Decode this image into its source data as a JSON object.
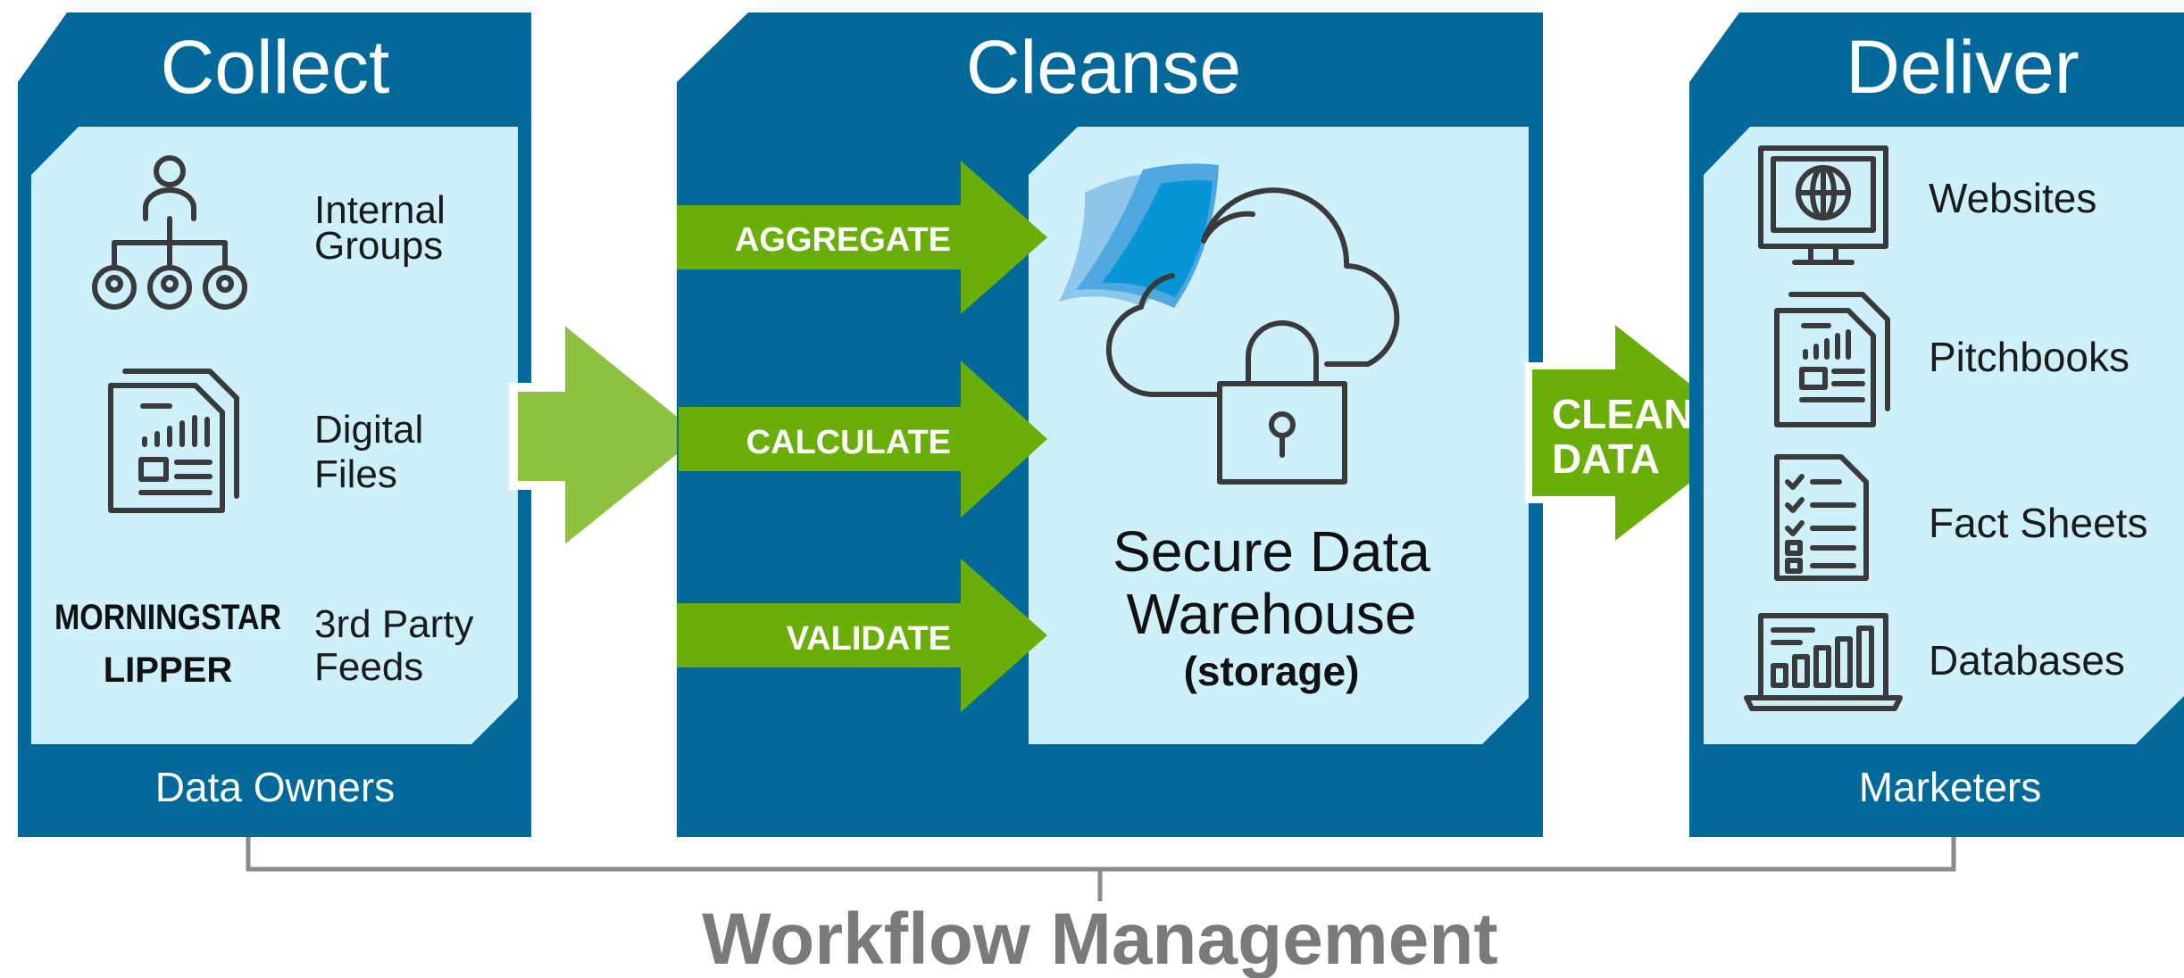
{
  "colors": {
    "panel_dark": "#02699a",
    "panel_light": "#cdf0fb",
    "arrow_green": "#6aaf08",
    "arrow_light_green": "#8dc13f",
    "text_dark": "#1a1a1a",
    "text_gray": "#7a7a7a",
    "icon_stroke": "#3a3a3a",
    "doc_blue": "#0795d6"
  },
  "collect": {
    "title": "Collect",
    "footer": "Data Owners",
    "items": [
      {
        "icon": "org-chart-icon",
        "line1": "Internal",
        "line2": "Groups"
      },
      {
        "icon": "document-chart-icon",
        "line1": "Digital",
        "line2": "Files"
      },
      {
        "logo_line1": "MORNINGSTAR",
        "logo_line2": "LIPPER",
        "line1": "3rd Party",
        "line2": "Feeds"
      }
    ]
  },
  "cleanse": {
    "title": "Cleanse",
    "steps": [
      "AGGREGATE",
      "CALCULATE",
      "VALIDATE"
    ],
    "warehouse": {
      "line1": "Secure Data",
      "line2": "Warehouse",
      "line3": "(storage)"
    }
  },
  "transfer": {
    "line1": "CLEAN",
    "line2": "DATA"
  },
  "deliver": {
    "title": "Deliver",
    "footer": "Marketers",
    "items": [
      {
        "icon": "monitor-globe-icon",
        "label": "Websites"
      },
      {
        "icon": "pitchbook-icon",
        "label": "Pitchbooks"
      },
      {
        "icon": "checklist-icon",
        "label": "Fact Sheets"
      },
      {
        "icon": "laptop-chart-icon",
        "label": "Databases"
      }
    ]
  },
  "workflow": {
    "label": "Workflow Management"
  }
}
